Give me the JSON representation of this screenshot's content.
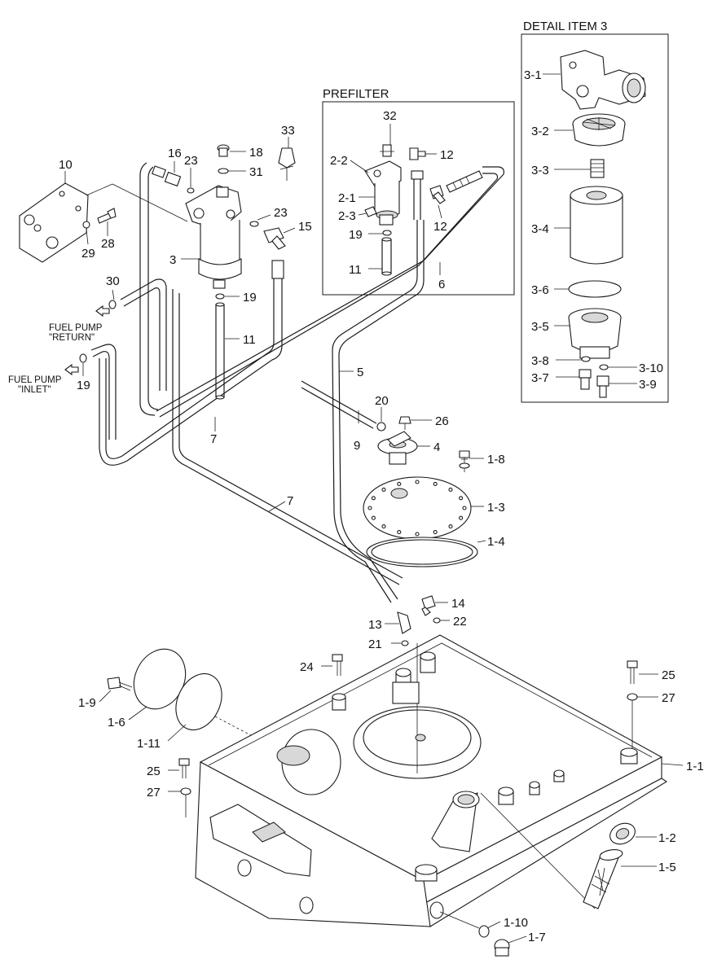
{
  "titles": {
    "detail": "DETAIL ITEM 3",
    "prefilter": "PREFILTER"
  },
  "notes": {
    "return_line1": "FUEL PUMP",
    "return_line2": "\"RETURN\"",
    "inlet_line1": "FUEL PUMP",
    "inlet_line2": "\"INLET\""
  },
  "labels": {
    "d31": "3-1",
    "d32": "3-2",
    "d33": "3-3",
    "d34": "3-4",
    "d36": "3-6",
    "d35": "3-5",
    "d38": "3-8",
    "d310": "3-10",
    "d37": "3-7",
    "d39": "3-9",
    "p32": "32",
    "p22": "2-2",
    "p12a": "12",
    "p21": "2-1",
    "p23": "2-3",
    "p12b": "12",
    "p19": "19",
    "p11": "11",
    "p6": "6",
    "m33": "33",
    "m16": "16",
    "m23a": "23",
    "m18": "18",
    "m31": "31",
    "m10": "10",
    "m23b": "23",
    "m15": "15",
    "m28": "28",
    "m29": "29",
    "m3": "3",
    "m30": "30",
    "m19a": "19",
    "m11": "11",
    "m19b": "19",
    "m5": "5",
    "m20": "20",
    "m26": "26",
    "m9": "9",
    "m4": "4",
    "m7a": "7",
    "m18b": "1-8",
    "m13b": "1-3",
    "m7b": "7",
    "m14b": "1-4",
    "m14": "14",
    "m13": "13",
    "m22": "22",
    "m21": "21",
    "m24": "24",
    "m25a": "25",
    "m27a": "27",
    "m19c": "1-9",
    "m16b": "1-6",
    "m111": "1-11",
    "m11b": "1-1",
    "m25b": "25",
    "m27b": "27",
    "m12b": "1-2",
    "m15b": "1-5",
    "m110": "1-10",
    "m17b": "1-7"
  }
}
